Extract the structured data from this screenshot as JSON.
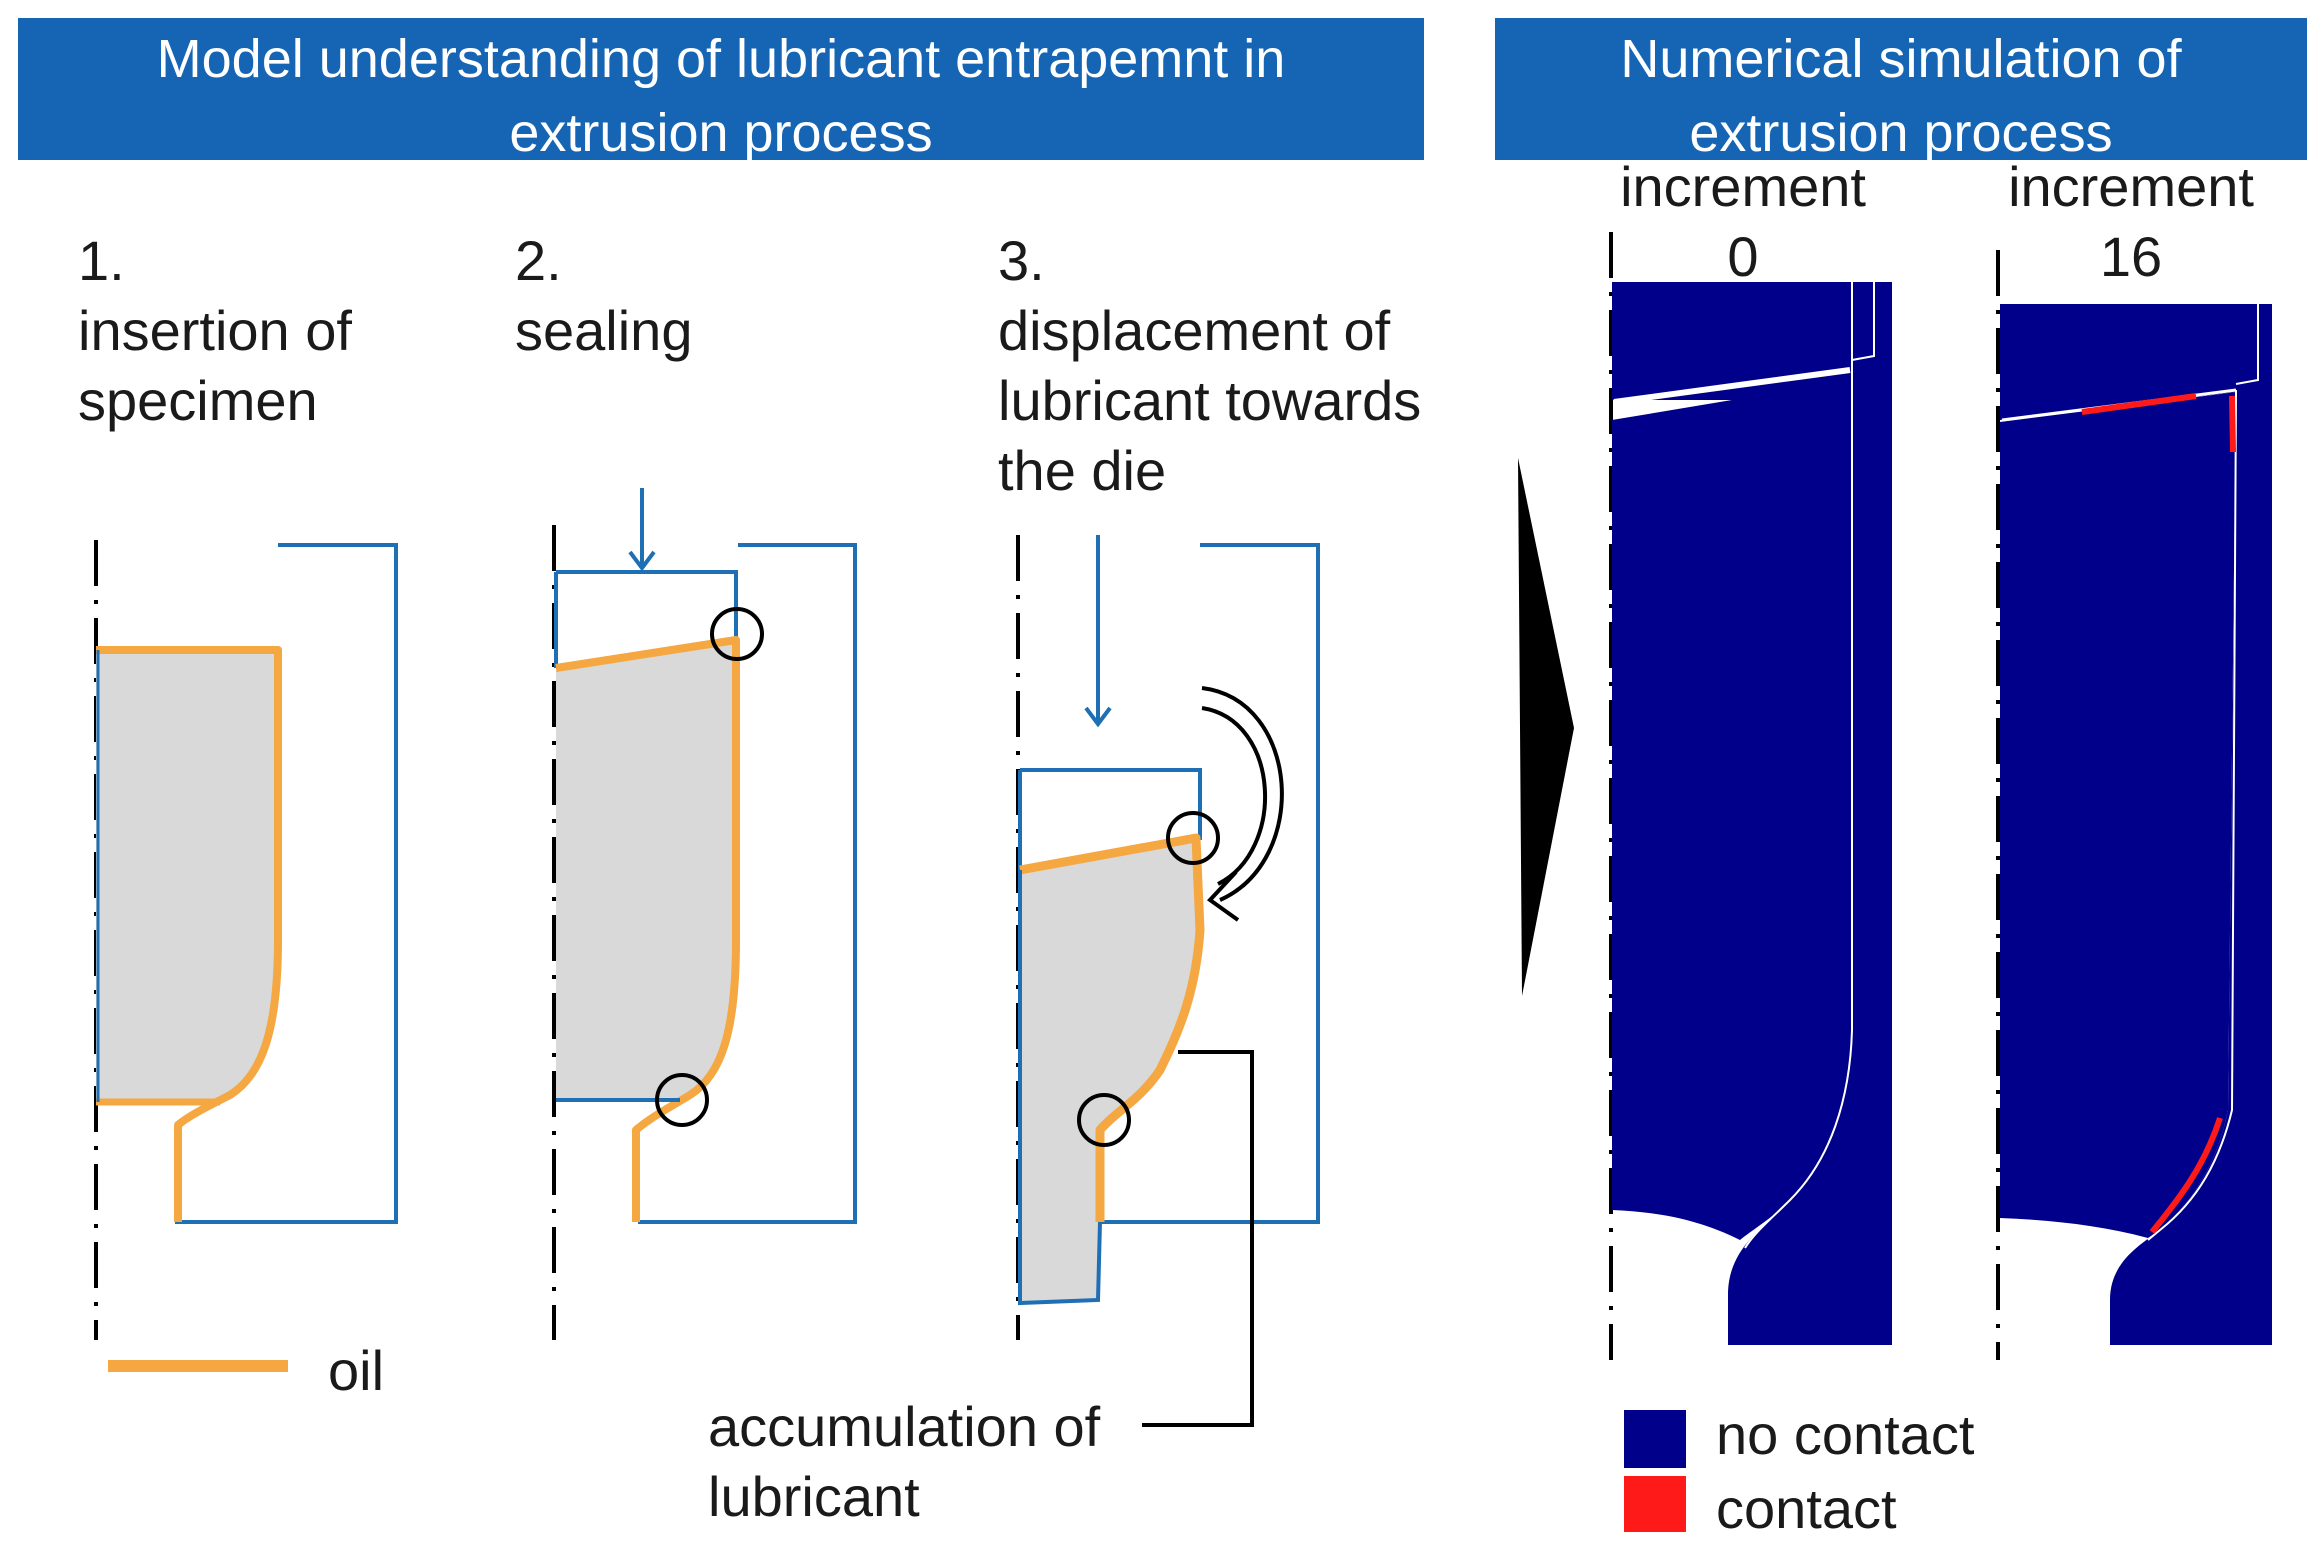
{
  "banners": {
    "left": {
      "line1": "Model understanding of lubricant entrapemnt in",
      "line2": "extrusion process"
    },
    "right": {
      "line1": "Numerical simulation of",
      "line2": "extrusion process"
    }
  },
  "steps": [
    {
      "number": "1.",
      "lines": [
        "insertion of",
        "specimen"
      ]
    },
    {
      "number": "2.",
      "lines": [
        "sealing"
      ]
    },
    {
      "number": "3.",
      "lines": [
        "displacement of",
        "lubricant towards",
        "the die"
      ]
    }
  ],
  "annotation": {
    "line1": "accumulation of",
    "line2": "lubricant"
  },
  "legend_oil": {
    "label": "oil",
    "color": "#f5a742"
  },
  "simulation": {
    "panels": [
      {
        "label": "increment",
        "value": "0"
      },
      {
        "label": "increment",
        "value": "16"
      }
    ]
  },
  "legend_contact": [
    {
      "label": "no contact",
      "color": "#00008b"
    },
    {
      "label": "contact",
      "color": "#ff1a1a"
    }
  ],
  "colors": {
    "tool": "#1f6fb5",
    "specimen": "#d9d9d9",
    "oil": "#f5a742",
    "banner": "#1565b4"
  },
  "icons": [
    "circle-marker-icon",
    "curved-double-arrow-icon",
    "down-arrow-icon",
    "right-triangle-arrow-icon"
  ]
}
